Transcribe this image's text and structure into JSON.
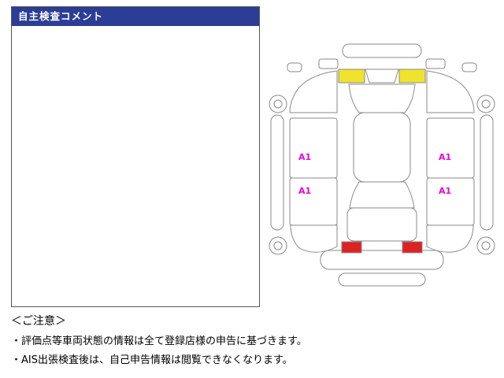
{
  "comment_box": {
    "title": "自主検査コメント",
    "content": ""
  },
  "diagram": {
    "name": "vehicle-inspection-expanded-view",
    "labels": [
      {
        "text": "A1",
        "position": "left-front-door"
      },
      {
        "text": "A1",
        "position": "left-rear-door"
      },
      {
        "text": "A1",
        "position": "right-front-door"
      },
      {
        "text": "A1",
        "position": "right-rear-door"
      }
    ],
    "colors": {
      "highlight_yellow": "#f0e32e",
      "taillight_red": "#dd2222",
      "label_magenta": "#e800d8",
      "outline_gray": "#8a8a8a",
      "header_blue": "#2b3d96"
    }
  },
  "notice": {
    "heading": "＜ご注意＞",
    "items": [
      "・評価点等車両状態の情報は全て登録店様の申告に基づきます。",
      "・AIS出張検査後は、自己申告情報は閲覧できなくなります。"
    ]
  }
}
